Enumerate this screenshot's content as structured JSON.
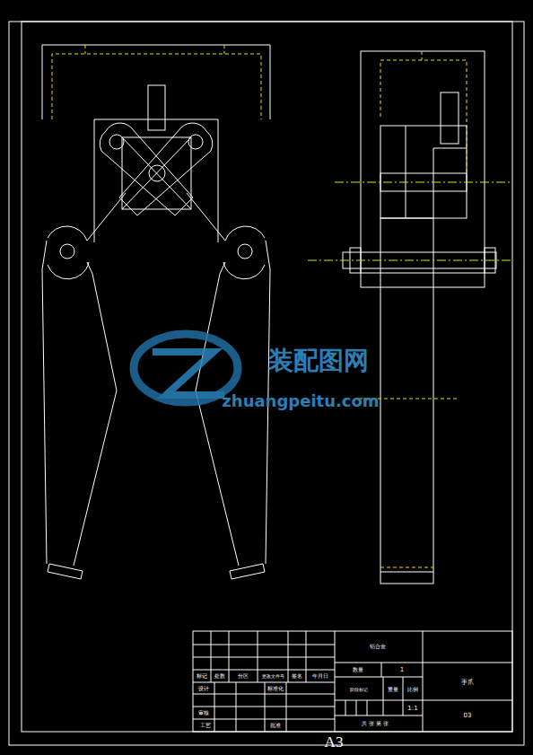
{
  "diagram": {
    "labels": [
      "标记",
      "处数",
      "分区",
      "更改文件号",
      "签名",
      "年月日",
      "设计",
      "标准化",
      "审核",
      "工艺",
      "批准",
      "铝合金",
      "数量",
      "1",
      "阶段标记",
      "重量",
      "比例",
      "1:1",
      "共 张 第 张",
      "手爪",
      "03",
      "A3",
      "装配图网",
      "zhuangpeitu.com"
    ]
  }
}
